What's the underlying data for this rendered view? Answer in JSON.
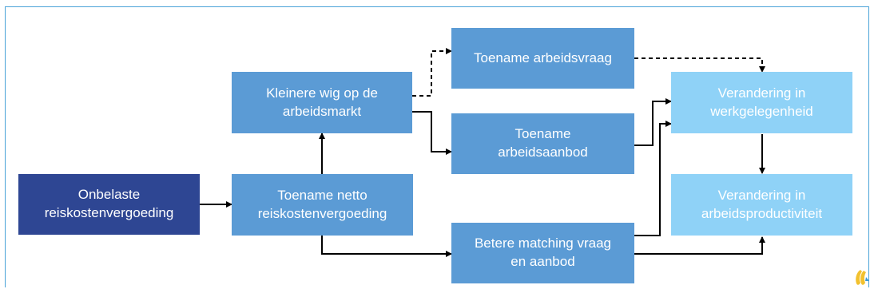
{
  "diagram": {
    "nodes": {
      "onbelaste": {
        "label": "Onbelaste\nreiskostenvergoeding"
      },
      "toename_netto": {
        "label": "Toename netto\nreiskostenvergoeding"
      },
      "kleinere_wig": {
        "label": "Kleinere wig op de\narbeidsmarkt"
      },
      "toename_vraag": {
        "label": "Toename arbeidsvraag"
      },
      "toename_aanbod": {
        "label": "Toename\narbeidsaanbod"
      },
      "betere_matching": {
        "label": "Betere matching vraag\nen aanbod"
      },
      "verandering_werk": {
        "label": "Verandering in\nwerkgelegenheid"
      },
      "verandering_productiviteit": {
        "label": "Verandering in\narbeidsproductiviteit"
      }
    },
    "colors": {
      "dark_box": "#2e4693",
      "mid_box": "#5b9bd5",
      "light_box": "#8fd2f7",
      "frame_border": "#4aa3d8",
      "arrow": "#000000"
    },
    "edges": [
      {
        "from": "onbelaste",
        "to": "toename_netto",
        "style": "solid"
      },
      {
        "from": "toename_netto",
        "to": "kleinere_wig",
        "style": "solid"
      },
      {
        "from": "toename_netto",
        "to": "betere_matching",
        "style": "solid"
      },
      {
        "from": "kleinere_wig",
        "to": "toename_vraag",
        "style": "dashed"
      },
      {
        "from": "kleinere_wig",
        "to": "toename_aanbod",
        "style": "solid"
      },
      {
        "from": "toename_vraag",
        "to": "verandering_werk",
        "style": "dashed"
      },
      {
        "from": "toename_aanbod",
        "to": "verandering_werk",
        "style": "solid"
      },
      {
        "from": "betere_matching",
        "to": "verandering_werk",
        "style": "solid"
      },
      {
        "from": "betere_matching",
        "to": "verandering_productiviteit",
        "style": "solid"
      },
      {
        "from": "verandering_werk",
        "to": "verandering_productiviteit",
        "style": "solid"
      }
    ],
    "logo_icon": "logo-icon"
  }
}
